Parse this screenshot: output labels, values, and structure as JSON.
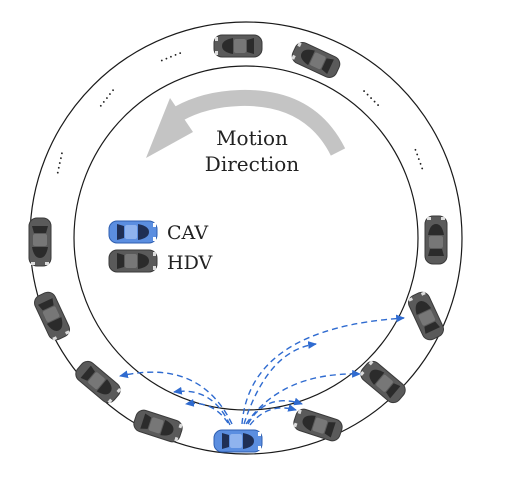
{
  "motion": {
    "line1": "Motion",
    "line2": "Direction"
  },
  "legend": {
    "cav_label": "CAV",
    "hdv_label": "HDV"
  },
  "ellipsis": ".....",
  "colors": {
    "ring": "#1a1a1a",
    "arrow": "#c0c0c0",
    "cav": "#4a7fd6",
    "hdv": "#555555",
    "dashed": "#2f6bd0"
  },
  "icons": {
    "cav": "car-top-view-icon",
    "hdv": "car-top-view-icon",
    "arrow": "curved-arrow-icon"
  }
}
